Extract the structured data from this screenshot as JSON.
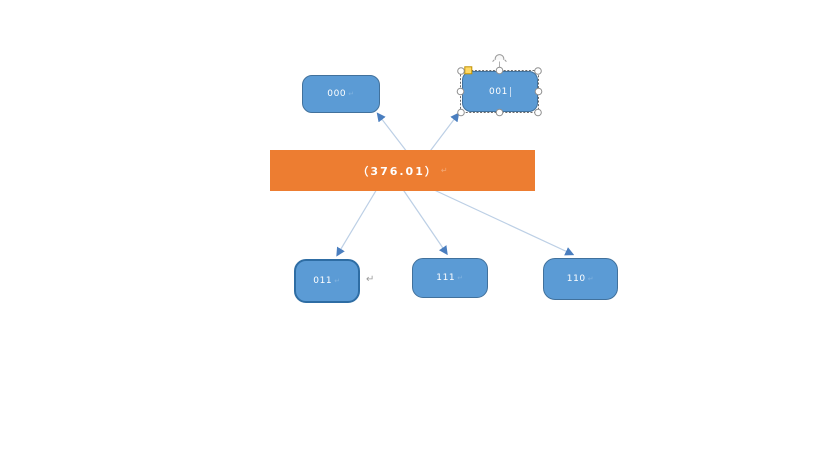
{
  "colors": {
    "node_fill": "#5b9bd5",
    "node_border": "#41719c",
    "node_border_dark": "#2e6da4",
    "bar_fill": "#ed7d31",
    "arrow_line": "#8fafd4",
    "arrow_head": "#4a7ebf",
    "handle_fill": "#ffffff",
    "handle_stroke": "#8f8f8f",
    "adjust_fill": "#ffd965",
    "adjust_stroke": "#bf9000",
    "label_text": "#ffffff",
    "mark_gray": "#666666"
  },
  "diagram": {
    "root": {
      "label": "（376.01）",
      "mark": "↵"
    },
    "nodes": [
      {
        "label": "000",
        "mark": "↵"
      },
      {
        "label": "001",
        "mark": ""
      },
      {
        "label": "011",
        "mark": "↵"
      },
      {
        "label": "111",
        "mark": "↵"
      },
      {
        "label": "110",
        "mark": "↵"
      }
    ],
    "anchor_mark": "↵"
  }
}
